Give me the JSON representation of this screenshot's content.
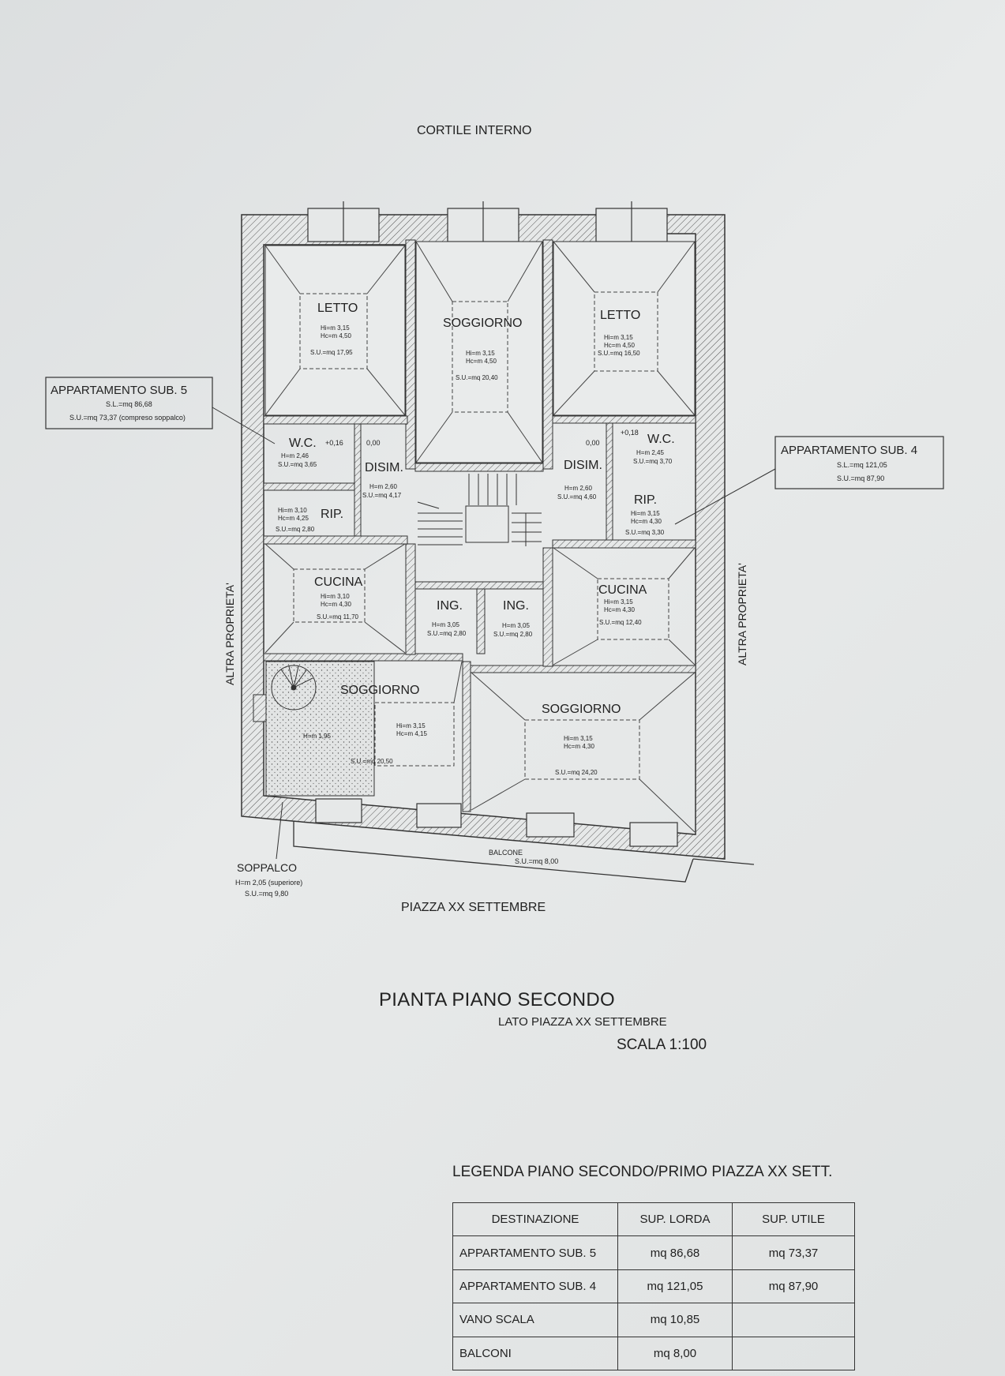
{
  "labels": {
    "cortile": "CORTILE INTERNO",
    "piazza": "PIAZZA XX SETTEMBRE",
    "altra_left": "ALTRA PROPRIETA'",
    "altra_right": "ALTRA PROPRIETA'",
    "sub5_name": "APPARTAMENTO SUB. 5",
    "sub5_sl": "S.L.=mq  86,68",
    "sub5_su": "S.U.=mq  73,37 (compreso soppalco)",
    "sub4_name": "APPARTAMENTO SUB. 4",
    "sub4_sl": "S.L.=mq  121,05",
    "sub4_su": "S.U.=mq  87,90",
    "soppalco": "SOPPALCO",
    "soppalco_h": "H=m 2,05 (superiore)",
    "soppalco_su": "S.U.=mq 9,80",
    "balcone": "BALCONE",
    "balcone_su": "S.U.=mq 8,00"
  },
  "rooms": {
    "letto_l": {
      "name": "LETTO",
      "l1": "Hi=m 3,15",
      "l2": "Hc=m 4,50",
      "l3": "S.U.=mq 17,95"
    },
    "soggiorno_c": {
      "name": "SOGGIORNO",
      "l1": "Hi=m 3,15",
      "l2": "Hc=m 4,50",
      "l3": "S.U.=mq 20,40"
    },
    "letto_r": {
      "name": "LETTO",
      "l1": "Hi=m 3,15",
      "l2": "Hc=m 4,50",
      "l3": "S.U.=mq 16,50"
    },
    "wc_l": {
      "name": "W.C.",
      "lvl": "+0,16",
      "l1": "H=m 2,46",
      "l2": "S.U.=mq 3,65"
    },
    "disim_l": {
      "name": "DISIM.",
      "lvl": "0,00",
      "l1": "H=m 2,60",
      "l2": "S.U.=mq 4,17"
    },
    "disim_r": {
      "name": "DISIM.",
      "lvl": "0,00",
      "l1": "H=m 2,60",
      "l2": "S.U.=mq 4,60"
    },
    "wc_r": {
      "name": "W.C.",
      "lvl": "+0,18",
      "l1": "H=m 2,45",
      "l2": "S.U.=mq 3,70"
    },
    "rip_l": {
      "name": "RIP.",
      "l1": "Hi=m 3,10",
      "l2": "Hc=m 4,25",
      "l3": "S.U.=mq 2,80"
    },
    "rip_r": {
      "name": "RIP.",
      "l1": "Hi=m 3,15",
      "l2": "Hc=m 4,30",
      "l3": "S.U.=mq 3,30"
    },
    "cucina_l": {
      "name": "CUCINA",
      "l1": "Hi=m 3,10",
      "l2": "Hc=m 4,30",
      "l3": "S.U.=mq 11,70"
    },
    "cucina_r": {
      "name": "CUCINA",
      "l1": "Hi=m 3,15",
      "l2": "Hc=m 4,30",
      "l3": "S.U.=mq 12,40"
    },
    "ing_l": {
      "name": "ING.",
      "l1": "H=m 3,05",
      "l2": "S.U.=mq 2,80"
    },
    "ing_r": {
      "name": "ING.",
      "l1": "H=m 3,05",
      "l2": "S.U.=mq 2,80"
    },
    "soggiorno_l": {
      "name": "SOGGIORNO",
      "h1": "H=m 1,95",
      "l1": "Hi=m 3,15",
      "l2": "Hc=m 4,15",
      "l3": "S.U.=mq 20,50"
    },
    "soggiorno_r": {
      "name": "SOGGIORNO",
      "l1": "Hi=m 3,15",
      "l2": "Hc=m 4,30",
      "l3": "S.U.=mq 24,20"
    }
  },
  "title": {
    "main": "PIANTA PIANO SECONDO",
    "sub": "LATO PIAZZA XX SETTEMBRE",
    "scale": "SCALA 1:100"
  },
  "legend": {
    "title": "LEGENDA PIANO SECONDO/PRIMO PIAZZA XX SETT.",
    "headers": [
      "DESTINAZIONE",
      "SUP. LORDA",
      "SUP. UTILE"
    ],
    "rows": [
      [
        "APPARTAMENTO SUB. 5",
        "mq 86,68",
        "mq 73,37"
      ],
      [
        "APPARTAMENTO SUB. 4",
        "mq 121,05",
        "mq 87,90"
      ],
      [
        "VANO SCALA",
        "mq 10,85",
        ""
      ],
      [
        "BALCONI",
        "mq  8,00",
        ""
      ]
    ]
  }
}
